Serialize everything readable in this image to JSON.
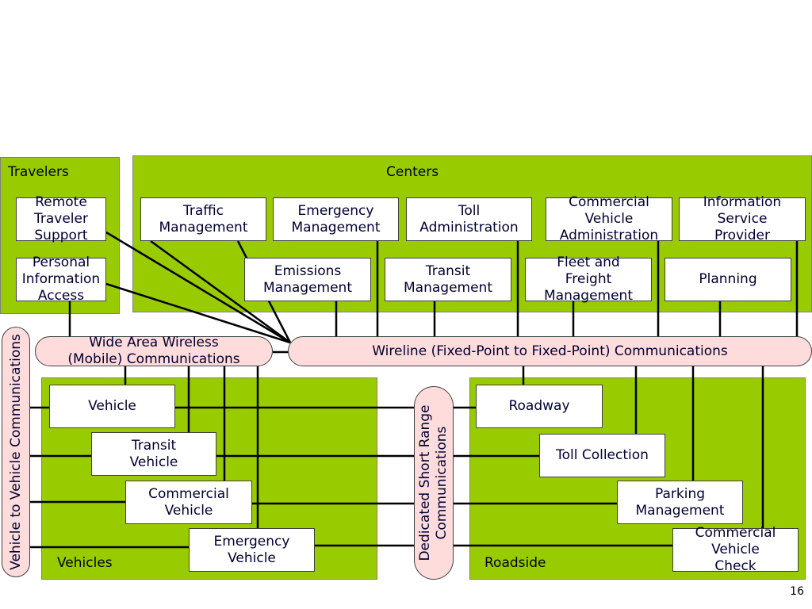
{
  "groups": {
    "travelers": "Travelers",
    "centers": "Centers",
    "vehicles": "Vehicles",
    "roadside": "Roadside"
  },
  "travelers": {
    "remote_traveler_support": "Remote\nTraveler\nSupport",
    "personal_information_access": "Personal\nInformation\nAccess"
  },
  "centers": {
    "traffic_management": "Traffic\nManagement",
    "emergency_management": "Emergency\nManagement",
    "toll_administration": "Toll\nAdministration",
    "commercial_vehicle_administration": "Commercial\nVehicle\nAdministration",
    "information_service_provider": "Information\nService\nProvider",
    "emissions_management": "Emissions\nManagement",
    "transit_management": "Transit\nManagement",
    "fleet_and_freight_management": "Fleet and\nFreight\nManagement",
    "planning": "Planning"
  },
  "communications": {
    "wide_area_wireless": "Wide Area Wireless\n(Mobile) Communications",
    "wireline": "Wireline (Fixed-Point to Fixed-Point) Communications",
    "vehicle_to_vehicle": "Vehicle to Vehicle Communications",
    "dedicated_short_range": "Dedicated Short Range\nCommunications"
  },
  "vehicles": {
    "vehicle": "Vehicle",
    "transit_vehicle": "Transit\nVehicle",
    "commercial_vehicle": "Commercial\nVehicle",
    "emergency_vehicle": "Emergency\nVehicle"
  },
  "roadside": {
    "roadway": "Roadway",
    "toll_collection": "Toll Collection",
    "parking_management": "Parking\nManagement",
    "commercial_vehicle_check": "Commercial\nVehicle\nCheck"
  },
  "page_number": "16",
  "colors": {
    "group_fill": "#99cc00",
    "pill_fill": "#ffdcdc",
    "text": "#000033"
  }
}
